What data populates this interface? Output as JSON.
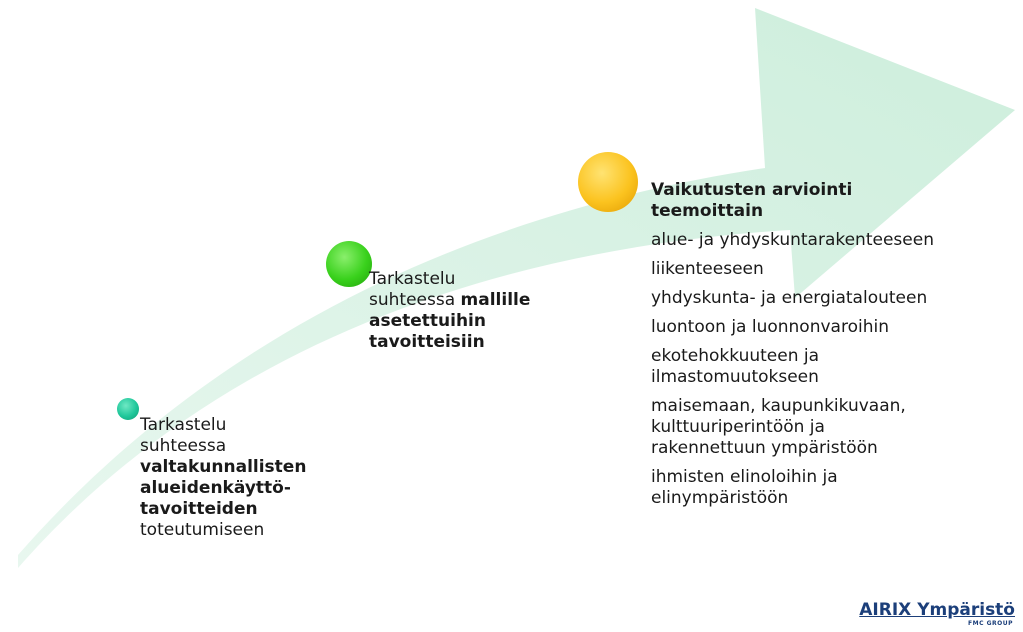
{
  "colors": {
    "arrow_fill": "#d9f1e4",
    "milestone_1": "#1fc79a",
    "milestone_2": "#39d11c",
    "milestone_3": "#fbc31f",
    "logo": "#1c3f7a"
  },
  "milestone_1": {
    "line_1": "Tarkastelu",
    "line_2": "suhteessa",
    "bold_1": "valtakunnallisten",
    "bold_2": "alueidenkäyttö-",
    "bold_3": "tavoitteiden",
    "line_3": "toteutumiseen"
  },
  "milestone_2": {
    "line_1": "Tarkastelu",
    "line_2_normal": "suhteessa ",
    "line_2_bold": "mallille",
    "bold_2": "asetettuihin",
    "bold_3": "tavoitteisiin"
  },
  "milestone_3": {
    "title_1": "Vaikutusten arviointi",
    "title_2": "teemoittain",
    "themes": [
      [
        "alue- ja yhdyskuntarakenteeseen"
      ],
      [
        "liikenteeseen"
      ],
      [
        "yhdyskunta- ja energiatalouteen"
      ],
      [
        "luontoon ja luonnonvaroihin"
      ],
      [
        "ekotehokkuuteen ja",
        "ilmastomuutokseen"
      ],
      [
        "maisemaan, kaupunkikuvaan,",
        "kulttuuriperintöön ja",
        "rakennettuun ympäristöön"
      ],
      [
        "ihmisten elinoloihin ja",
        "elinympäristöön"
      ]
    ]
  },
  "logo": {
    "name": "AIRIX Ympäristö",
    "sub": "FMC GROUP"
  }
}
